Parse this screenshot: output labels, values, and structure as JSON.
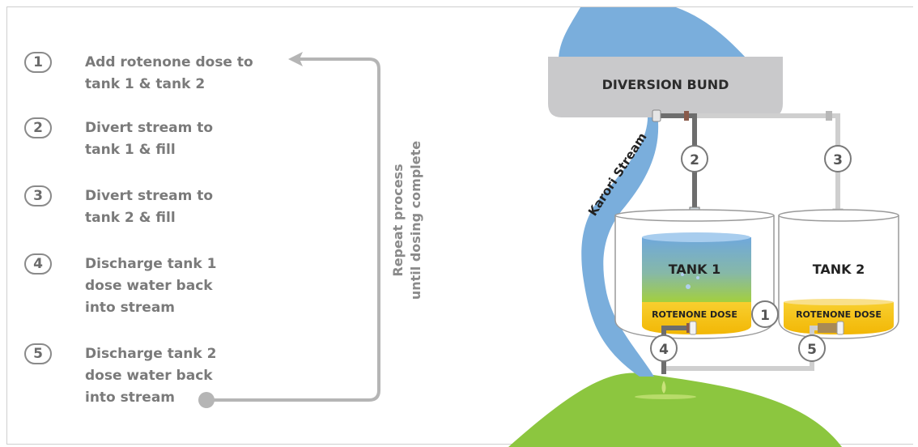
{
  "steps": [
    {
      "num": "1",
      "lines": [
        "Add rotenone dose to",
        "tank 1 & tank 2"
      ]
    },
    {
      "num": "2",
      "lines": [
        "Divert stream to",
        "tank 1 & fill"
      ]
    },
    {
      "num": "3",
      "lines": [
        "Divert stream to",
        "tank 2 & fill"
      ]
    },
    {
      "num": "4",
      "lines": [
        "Discharge tank 1",
        "dose water back",
        "into stream"
      ]
    },
    {
      "num": "5",
      "lines": [
        "Discharge tank 2",
        "dose water back",
        "into stream"
      ]
    }
  ],
  "repeat_label": [
    "Repeat process",
    "until dosing complete"
  ],
  "diversion_bund_label": "DIVERSION BUND",
  "stream_label": "Karori Stream",
  "tank1_label": "TANK 1",
  "tank2_label": "TANK 2",
  "dose_label": "ROTENONE DOSE",
  "markers": [
    "1",
    "2",
    "3",
    "4",
    "5"
  ],
  "colors": {
    "stream_blue": "#7aaedc",
    "grass_green": "#8cc63f",
    "dose_yellow": "#f6c21c",
    "bund_grey": "#c9c9cb",
    "pipe_dark": "#6d6d6d",
    "pipe_light": "#cfcfcf",
    "text_grey": "#7a7a7a"
  }
}
